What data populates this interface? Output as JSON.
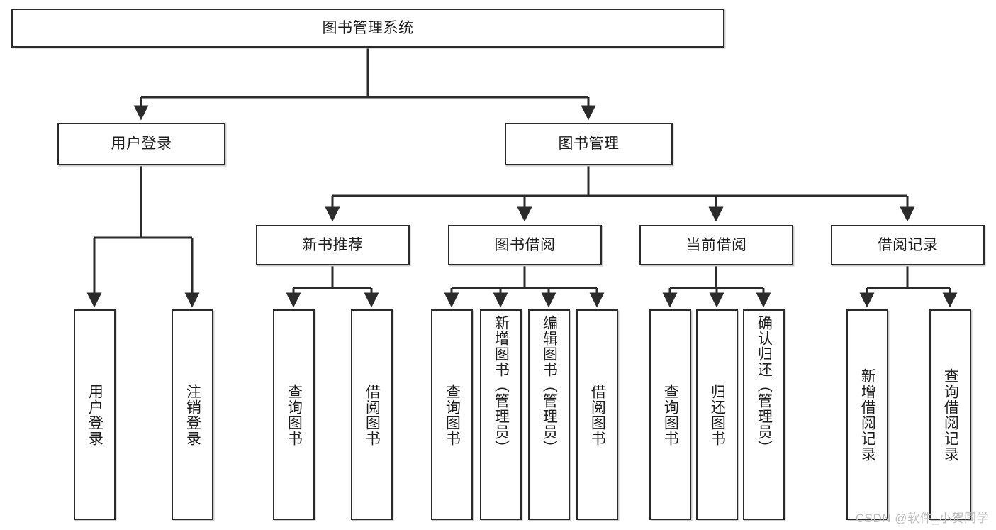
{
  "diagram": {
    "title": "图书管理系统",
    "type": "tree-hierarchy",
    "root": {
      "label": "图书管理系统"
    },
    "level2": [
      {
        "label": "用户登录"
      },
      {
        "label": "图书管理"
      }
    ],
    "level3": [
      {
        "label": "新书推荐"
      },
      {
        "label": "图书借阅"
      },
      {
        "label": "当前借阅"
      },
      {
        "label": "借阅记录"
      }
    ],
    "leaves": {
      "user_login": [
        {
          "label": "用户登录"
        },
        {
          "label": "注销登录"
        }
      ],
      "new_book_recommend": [
        {
          "label": "查询图书"
        },
        {
          "label": "借阅图书"
        }
      ],
      "book_borrow": [
        {
          "label": "查询图书"
        },
        {
          "label": "新增图书（管理员）"
        },
        {
          "label": "编辑图书（管理员）"
        },
        {
          "label": "借阅图书"
        }
      ],
      "current_borrow": [
        {
          "label": "查询图书"
        },
        {
          "label": "归还图书"
        },
        {
          "label": "确认归还（管理员）"
        }
      ],
      "borrow_record": [
        {
          "label": "新增借阅记录"
        },
        {
          "label": "查询借阅记录"
        }
      ]
    }
  },
  "watermark": {
    "text": "CSDN @软件_小贺同学"
  },
  "colors": {
    "stroke": "#2b2b2b",
    "fill": "#ffffff",
    "text": "#1d1d1d",
    "shadow": "#c9c9c9",
    "watermark": "#bdbdbd"
  }
}
